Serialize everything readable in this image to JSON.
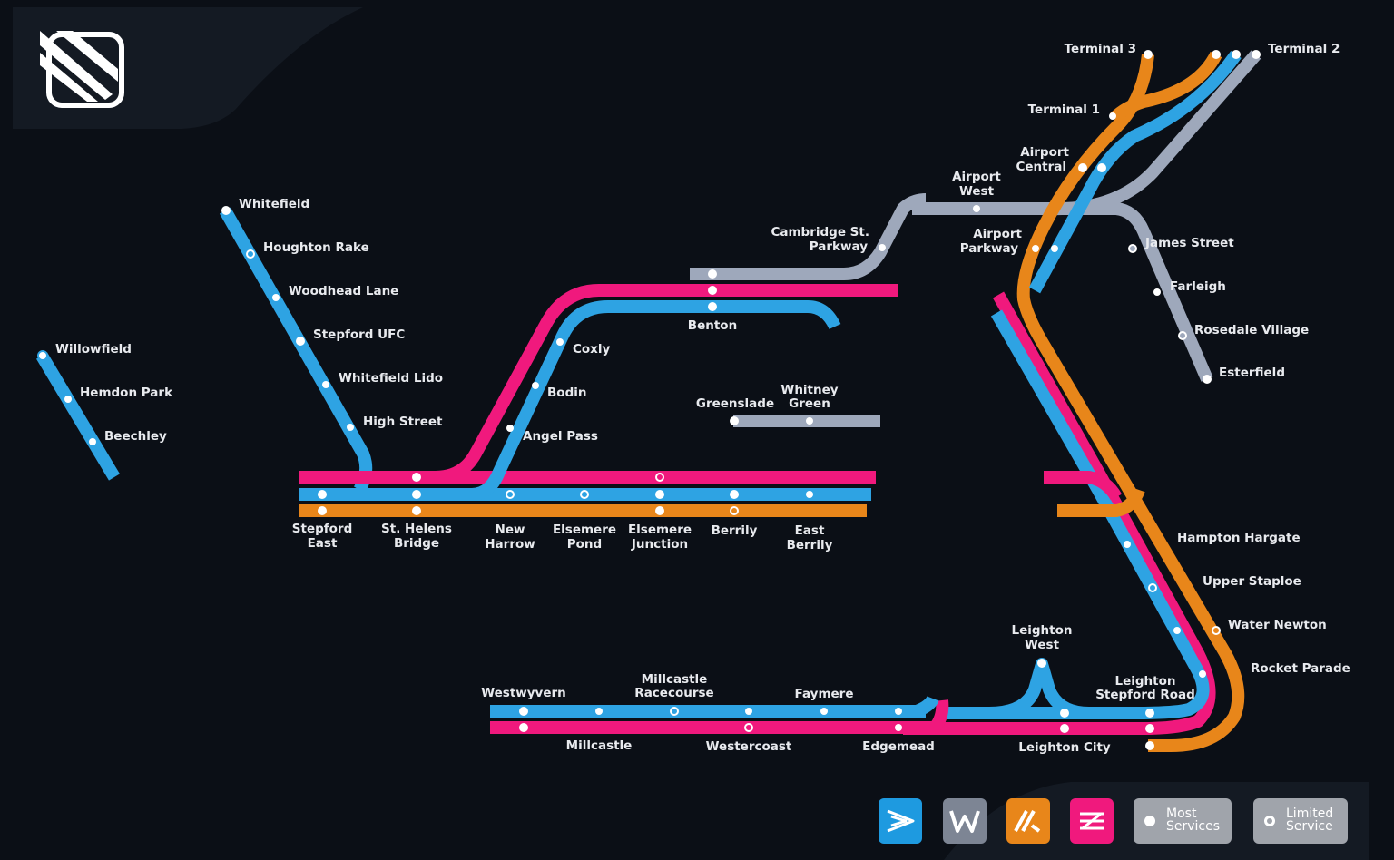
{
  "colors": {
    "background": "#0b0f16",
    "panel": "#141a23",
    "blue": "#2ea3e3",
    "pink": "#f0197d",
    "orange": "#e8861a",
    "grey": "#9ea8bb",
    "station": "#ffffff"
  },
  "logo": {
    "icon": "stripes-logo-icon"
  },
  "lines": [
    {
      "name": "blue",
      "color": "#2ea3e3"
    },
    {
      "name": "pink",
      "color": "#f0197d"
    },
    {
      "name": "orange",
      "color": "#e8861a"
    },
    {
      "name": "grey",
      "color": "#9ea8bb"
    }
  ],
  "stations": {
    "willowfield": "Willowfield",
    "hemdon_park": "Hemdon Park",
    "beechley": "Beechley",
    "whitefield": "Whitefield",
    "houghton_rake": "Houghton Rake",
    "woodhead_lane": "Woodhead Lane",
    "stepford_ufc": "Stepford UFC",
    "whitefield_lido": "Whitefield Lido",
    "high_street": "High Street",
    "coxly": "Coxly",
    "bodin": "Bodin",
    "angel_pass": "Angel Pass",
    "benton": "Benton",
    "greenslade": "Greenslade",
    "whitney_green_1": "Whitney",
    "whitney_green_2": "Green",
    "stepford_east_1": "Stepford",
    "stepford_east_2": "East",
    "st_helens_1": "St. Helens",
    "st_helens_2": "Bridge",
    "new_harrow_1": "New",
    "new_harrow_2": "Harrow",
    "elsemere_pond_1": "Elsemere",
    "elsemere_pond_2": "Pond",
    "elsemere_junction_1": "Elsemere",
    "elsemere_junction_2": "Junction",
    "berrily": "Berrily",
    "east_berrily_1": "East",
    "east_berrily_2": "Berrily",
    "cambridge_1": "Cambridge St.",
    "cambridge_2": "Parkway",
    "airport_west_1": "Airport",
    "airport_west_2": "West",
    "airport_central_1": "Airport",
    "airport_central_2": "Central",
    "airport_parkway_1": "Airport",
    "airport_parkway_2": "Parkway",
    "terminal_1": "Terminal 1",
    "terminal_2": "Terminal 2",
    "terminal_3": "Terminal 3",
    "james_street": "James Street",
    "farleigh": "Farleigh",
    "rosedale_village": "Rosedale Village",
    "esterfield": "Esterfield",
    "hampton_hargate": "Hampton Hargate",
    "upper_staploe": "Upper Staploe",
    "water_newton": "Water Newton",
    "rocket_parade": "Rocket Parade",
    "leighton_stepford_1": "Leighton",
    "leighton_stepford_2": "Stepford Road",
    "leighton_west_1": "Leighton",
    "leighton_west_2": "West",
    "leighton_city": "Leighton City",
    "westyvern": "Westwyvern",
    "millcastle": "Millcastle",
    "millcastle_racecourse_1": "Millcastle",
    "millcastle_racecourse_2": "Racecourse",
    "westercoast": "Westercoast",
    "faymere": "Faymere",
    "edgemead": "Edgemead"
  },
  "legend": {
    "operators": [
      {
        "icon": "arrow-operator-icon",
        "color": "#1e9ae0"
      },
      {
        "icon": "w-operator-icon",
        "color": "#7d8594"
      },
      {
        "icon": "slash-operator-icon",
        "color": "#e8861a"
      },
      {
        "icon": "z-operator-icon",
        "color": "#f0197d"
      }
    ],
    "most_1": "Most",
    "most_2": "Services",
    "limited_1": "Limited",
    "limited_2": "Service"
  }
}
